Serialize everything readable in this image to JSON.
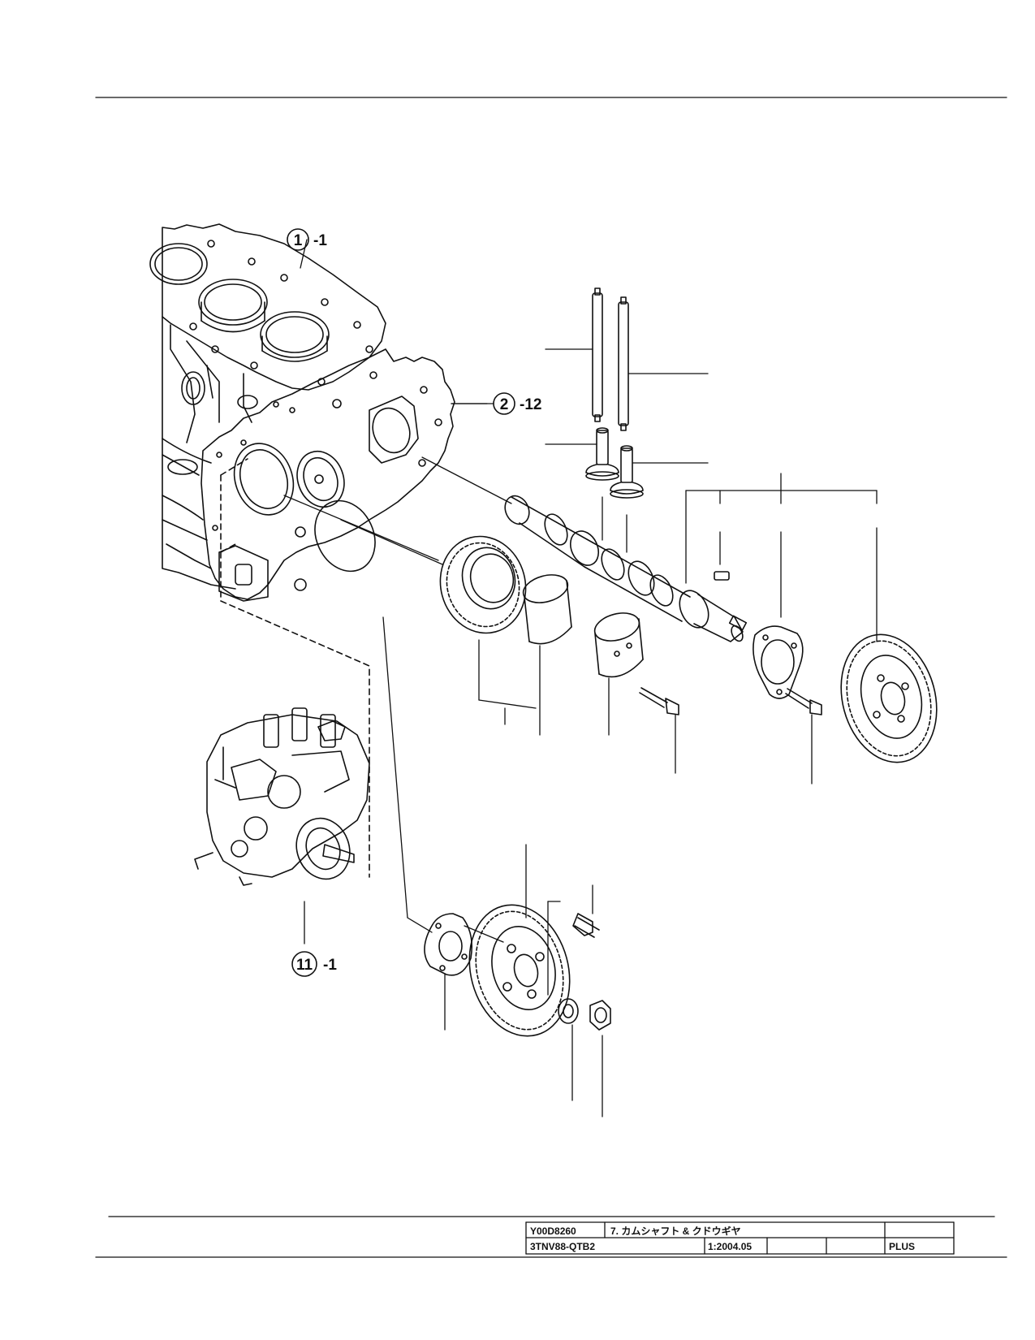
{
  "callouts": [
    {
      "number": "1",
      "suffix": "-1"
    },
    {
      "number": "2",
      "suffix": "-12"
    },
    {
      "number": "11",
      "suffix": "-1"
    }
  ],
  "title_block": {
    "drawing_number": "Y00D8260",
    "title": "7. カムシャフト & クドウギヤ",
    "model": "3TNV88-QTB2",
    "scale_date": "1:2004.05",
    "plus": "PLUS"
  }
}
